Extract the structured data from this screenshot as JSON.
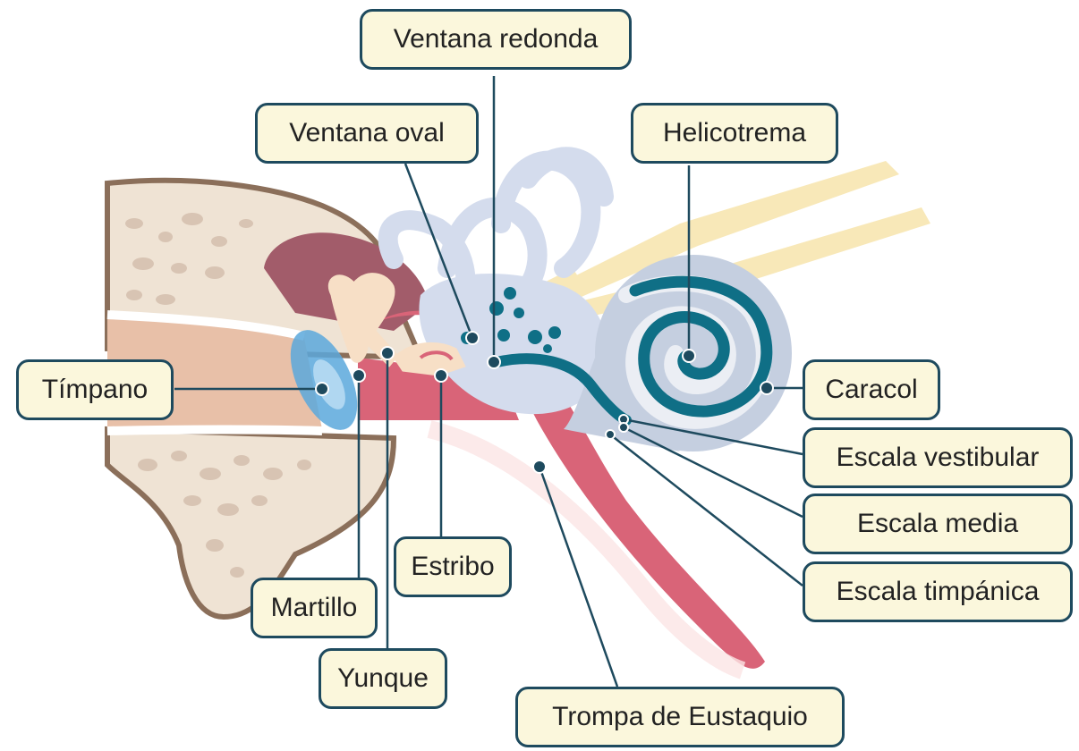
{
  "labels": {
    "ventana_redonda": "Ventana redonda",
    "ventana_oval": "Ventana oval",
    "helicotrema": "Helicotrema",
    "timpano": "Tímpano",
    "caracol": "Caracol",
    "escala_vestibular": "Escala vestibular",
    "escala_media": "Escala media",
    "escala_timpanica": "Escala timpánica",
    "estribo": "Estribo",
    "martillo": "Martillo",
    "yunque": "Yunque",
    "trompa_eustaquio": "Trompa de Eustaquio"
  },
  "colors": {
    "label_fill": "#fbf7dc",
    "label_border": "#1e4a5e",
    "leader_line": "#1e4a5e",
    "bone": "#efe3d4",
    "bone_outline": "#8b6f5a",
    "canal": "#e8c0a8",
    "middle_ear_cavity": "#a25c6a",
    "eustachian_tube": "#d96478",
    "labyrinth": "#d4dced",
    "cochlea": "#c5cfe0",
    "cochlear_duct": "#0f6f86",
    "tympanic_membrane": "#5aa8dc",
    "nerve": "#f8e8b8",
    "ossicles": "#f7dfc6"
  }
}
